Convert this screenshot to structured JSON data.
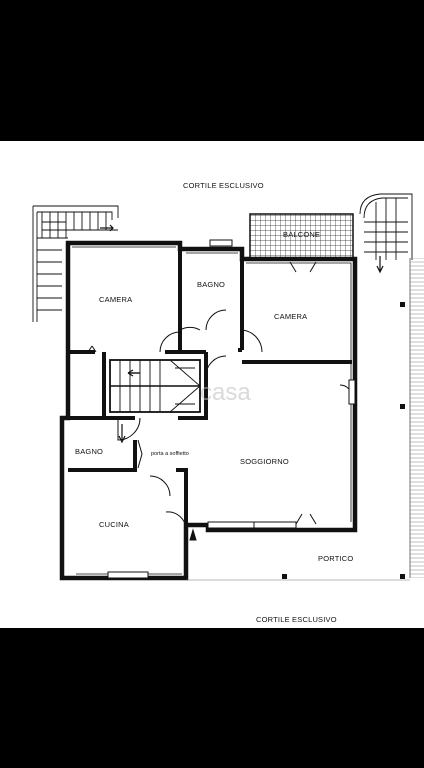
{
  "labels": {
    "cortile_top": "CORTILE ESCLUSIVO",
    "cortile_bottom": "CORTILE ESCLUSIVO",
    "balcone": "BALCONE",
    "camera_left": "CAMERA",
    "bagno_top": "BAGNO",
    "camera_right": "CAMERA",
    "bagno_left": "BAGNO",
    "porta_soffietto": "porta a soffietto",
    "soggiorno": "SOGGIORNO",
    "cucina": "CUCINA",
    "portico": "PORTICO"
  },
  "colors": {
    "background": "#000000",
    "sheet": "#ffffff",
    "ink": "#111111"
  }
}
